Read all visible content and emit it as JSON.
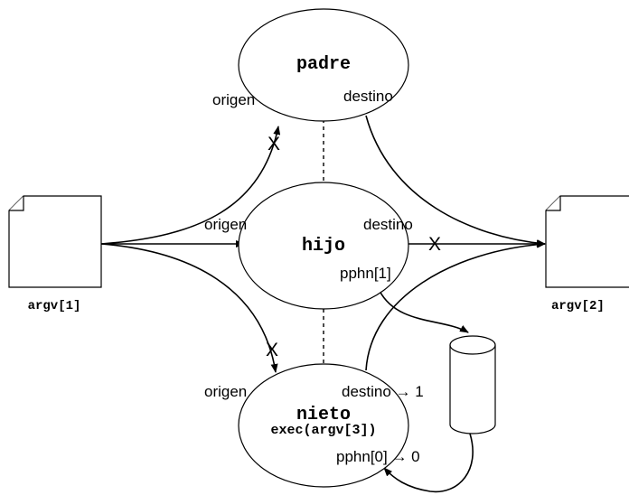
{
  "processes": {
    "padre": "padre",
    "hijo": "hijo",
    "nieto": "nieto",
    "nieto_exec": "exec(argv[3])"
  },
  "files": {
    "input": "argv[1]",
    "output": "argv[2]"
  },
  "labels": {
    "padre_origen": "origen",
    "padre_destino": "destino",
    "hijo_origen": "origen",
    "hijo_destino": "destino",
    "hijo_pipe": "pphn[1]",
    "nieto_origen": "origen",
    "nieto_destino": "destino → 1",
    "nieto_pipe": "pphn[0] → 0"
  },
  "marks": {
    "x_padre": "X",
    "x_hijo": "X",
    "x_nieto": "X"
  },
  "colors": {
    "stroke": "#000000",
    "fill": "#ffffff"
  }
}
